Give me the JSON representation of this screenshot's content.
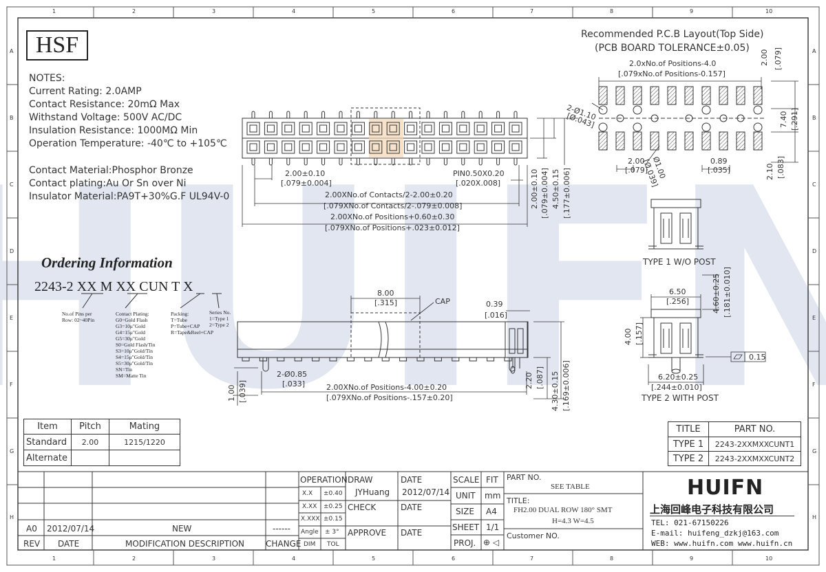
{
  "grid": {
    "cols": [
      "1",
      "2",
      "3",
      "4",
      "5",
      "6",
      "7",
      "8",
      "9",
      "10"
    ],
    "rows": [
      "A",
      "B",
      "C",
      "D",
      "E",
      "F",
      "G",
      "H"
    ]
  },
  "logo": "HSF",
  "notes": [
    "NOTES:",
    "Current Rating: 2.0AMP",
    "Contact Resistance: 20mΩ Max",
    "Withstand Voltage: 500V AC/DC",
    "Insulation Resistance: 1000MΩ Min",
    "Operation Temperature: -40℃ to +105℃"
  ],
  "materials": [
    "Contact Material:Phosphor Bronze",
    "Contact plating:Au Or Sn over Ni",
    "Insulator Material:PA9T+30%G.F UL94V-0"
  ],
  "pcb": {
    "title1": "Recommended P.C.B Layout(Top Side)",
    "title2": "(PCB BOARD TOLERANCE±0.05)",
    "dims": {
      "d1": "2.0xNo.of Positions-4.0",
      "d2": "[.079xNo.of Positions-0.157]",
      "d3": "2.00",
      "d4": "[.079]",
      "d5": "2-Ø1.10",
      "d6": "[Ø.043]",
      "d7": "7.40",
      "d8": "[.291]",
      "d9": "2.00",
      "d10": "[.079]",
      "d11": "Ø1.00",
      "d12": "[Ø.039]",
      "d13": "0.89",
      "d14": "[.035]",
      "d15": "2.10",
      "d16": "[.083]"
    }
  },
  "top_view_dims": {
    "a1": "2.00±0.10",
    "a2": "[.079±0.004]",
    "a3": "PIN0.50X0.20",
    "a4": "[.020X.008]",
    "a5": "2.00XNo.of Contacts/2-2.00±0.20",
    "a6": "[.079XNo.of Contacts/2-.079±0.008]",
    "a7": "2.00XNo.of Positions+0.60±0.30",
    "a8": "[.079XNo.of Positions+.023±0.012]",
    "a9": "2.00±0.10",
    "a10": "[.079±0.004]",
    "a11": "4.50±0.15",
    "a12": "[.177±0.006]"
  },
  "side_view_dims": {
    "b1": "8.00",
    "b2": "[.315]",
    "b3": "CAP",
    "b4": "0.39",
    "b5": "[.016]",
    "b6": "2-Ø0.85",
    "b7": "[.033]",
    "b8": "1.00",
    "b9": "[.039]",
    "b10": "2.00XNo.of Positions-4.00±0.20",
    "b11": "[.079XNo.of Positions-.157±0.20]",
    "b12": "2.20",
    "b13": "[.087]",
    "b14": "4.30±0.15",
    "b15": "[.169±0.006]"
  },
  "type_views": {
    "type1": "TYPE 1 W/O POST",
    "type2": "TYPE 2 WITH POST",
    "c1": "4.60±0.25",
    "c2": "[.181±0.010]",
    "c3": "6.50",
    "c4": "[.256]",
    "c5": "4.00",
    "c6": "[.157]",
    "c7": "0.15",
    "c8": "6.20±0.25",
    "c9": "[.244±0.010]"
  },
  "ordering": {
    "title": "Ordering Information",
    "code": [
      "2243-2",
      "XX",
      "M",
      "XX",
      "CUN",
      "T",
      "X"
    ],
    "pins_title": "No.of Pins per",
    "pins_row": "Row: 02~40Pin",
    "plating_title": "Contact Plating:",
    "plating": [
      "G0=Gold Flash",
      "G3=10μ\"Gold",
      "G4=15μ\"Gold",
      "G5=30μ\"Gold",
      "S0=Gold Flash/Tin",
      "S3=10μ\"Gold/Tin",
      "S4=15μ\"Gold/Tin",
      "S5=30μ\"Gold/Tin",
      "SN=Tin",
      "SM=Matte Tin"
    ],
    "packing_title": "Packing:",
    "packing": [
      "T=Tube",
      "P=Tube+CAP",
      "R=Tape&Reel+CAP"
    ],
    "series_title": "Series No.",
    "series": [
      "1=Type 1",
      "2=Type 2"
    ]
  },
  "mating_table": {
    "headers": [
      "Item",
      "Pitch",
      "Mating"
    ],
    "rows": [
      [
        "Standard",
        "2.00",
        "1215/1220"
      ],
      [
        "Alternate",
        "",
        ""
      ]
    ]
  },
  "part_table": {
    "headers": [
      "TITLE",
      "PART NO."
    ],
    "rows": [
      [
        "TYPE 1",
        "2243-2XXMXXCUNT1"
      ],
      [
        "TYPE 2",
        "2243-2XXMXXCUNT2"
      ]
    ]
  },
  "title_block": {
    "rev_row": [
      "A0",
      "2012/07/14",
      "NEW",
      "------"
    ],
    "rev_headers": [
      "REV",
      "DATE",
      "MODIFICATION DESCRIPTION",
      "CHANGE"
    ],
    "operation": "OPERATION",
    "tolerances": [
      [
        "X.X",
        "±0.40"
      ],
      [
        "X.XX",
        "±0.25"
      ],
      [
        "X.XXX",
        "±0.15"
      ],
      [
        "Angle",
        "± 3°"
      ]
    ],
    "dim": "DIM",
    "tol": "TOL",
    "draw": "DRAW",
    "drawer": "JYHuang",
    "date_label": "DATE",
    "draw_date": "2012/07/14",
    "check": "CHECK",
    "approve": "APPROVE",
    "scale": "SCALE",
    "fit": "FIT",
    "unit": "UNIT",
    "unit_val": "mm",
    "size": "SIZE",
    "size_val": "A4",
    "sheet": "SHEET",
    "sheet_val": "1/1",
    "proj": "PROJ.",
    "proj_val": "⊕ ◁",
    "part_no": "PART NO.",
    "see_table": "SEE TABLE",
    "title_label": "TITLE:",
    "title_line1": "FH2.00 DUAL ROW 180° SMT",
    "title_line2": "H=4.3 W=4.5",
    "customer": "Customer NO.",
    "brand": "HUIFN",
    "company_cn": "上海回峰电子科技有限公司",
    "tel": "TEL: 021-67150226",
    "email": "E-mail: huifeng_dzkj@163.com",
    "web": "WEB: www.huifn.com  www.huifn.cn"
  },
  "watermark": "HUIFN",
  "colors": {
    "ink": "#333333",
    "watermark": "#c9d3e6",
    "highlight": "#f3d7b5"
  }
}
